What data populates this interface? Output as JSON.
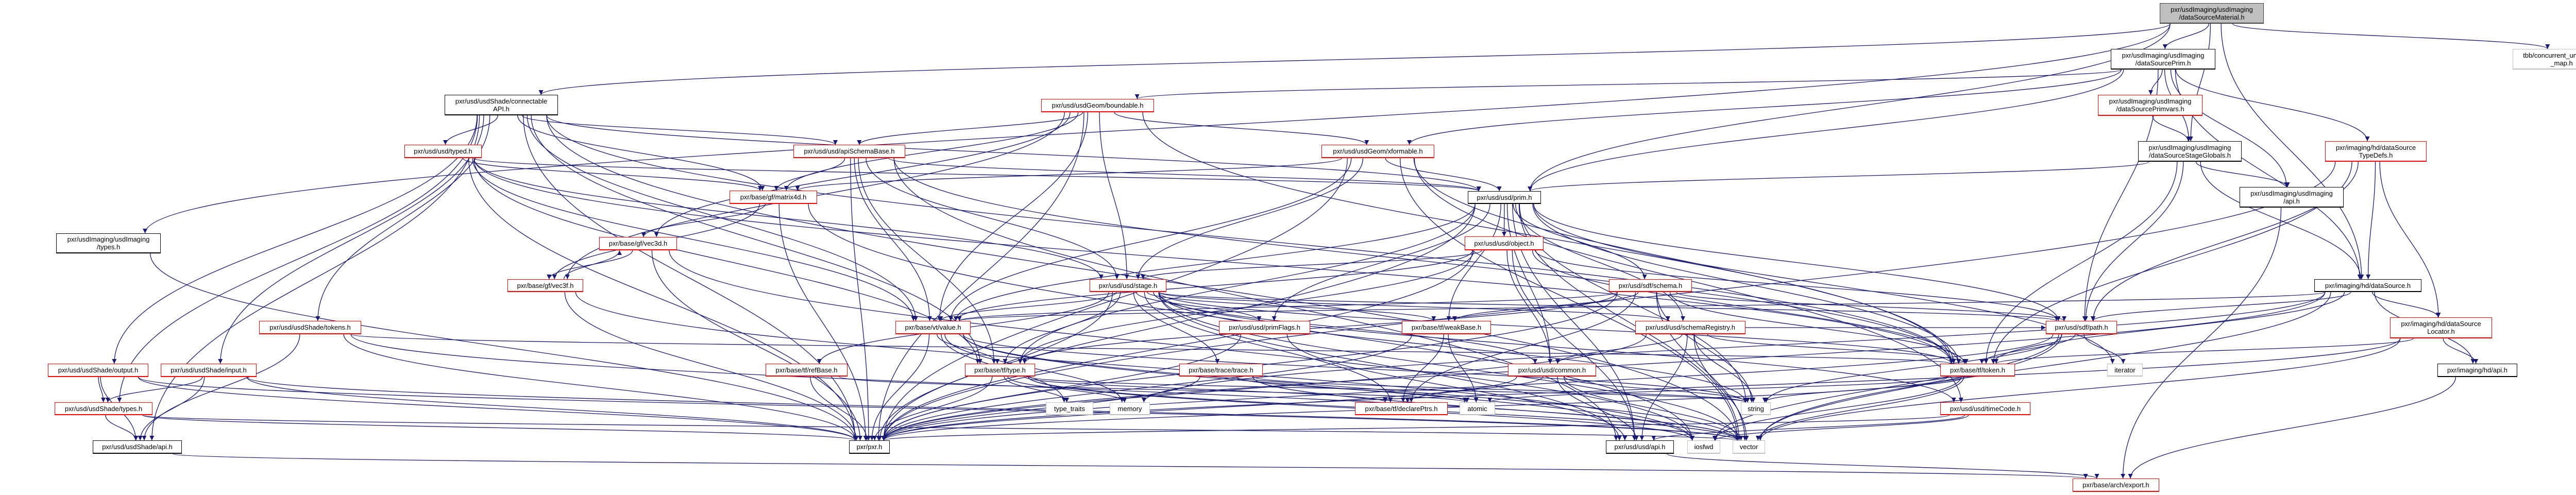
{
  "colors": {
    "edge": "#191970",
    "root_fill": "#bfbfbf",
    "root_border": "#404040",
    "documented_border": "#000000",
    "truncated_border": "#ff0000",
    "external_border": "#bfbfbf"
  },
  "graph": {
    "nodes": [
      {
        "id": "n0",
        "kind": "root",
        "lines": [
          "pxr/usdImaging/usdImaging",
          "/dataSourceMaterial.h"
        ]
      },
      {
        "id": "n1",
        "kind": "documented",
        "lines": [
          "pxr/usdImaging/usdImaging",
          "/dataSourcePrim.h"
        ]
      },
      {
        "id": "n2",
        "kind": "external",
        "lines": [
          "tbb/concurrent_unordered",
          "_map.h"
        ]
      },
      {
        "id": "n3",
        "kind": "documented",
        "lines": [
          "pxr/usd/usdShade/connectable",
          "API.h"
        ]
      },
      {
        "id": "n4",
        "kind": "truncated",
        "lines": [
          "pxr/usd/usdGeom/boundable.h"
        ]
      },
      {
        "id": "n5",
        "kind": "truncated",
        "lines": [
          "pxr/usdImaging/usdImaging",
          "/dataSourcePrimvars.h"
        ]
      },
      {
        "id": "n6",
        "kind": "truncated",
        "lines": [
          "pxr/usd/usd/typed.h"
        ]
      },
      {
        "id": "n7",
        "kind": "truncated",
        "lines": [
          "pxr/usd/usd/apiSchemaBase.h"
        ]
      },
      {
        "id": "n8",
        "kind": "truncated",
        "lines": [
          "pxr/usd/usdGeom/xformable.h"
        ]
      },
      {
        "id": "n9",
        "kind": "documented",
        "lines": [
          "pxr/usdImaging/usdImaging",
          "/dataSourceStageGlobals.h"
        ]
      },
      {
        "id": "n10",
        "kind": "truncated",
        "lines": [
          "pxr/imaging/hd/dataSource",
          "TypeDefs.h"
        ]
      },
      {
        "id": "n11",
        "kind": "documented",
        "lines": [
          "pxr/usd/usd/prim.h"
        ]
      },
      {
        "id": "n12",
        "kind": "truncated",
        "lines": [
          "pxr/base/gf/matrix4d.h"
        ]
      },
      {
        "id": "n13",
        "kind": "documented",
        "lines": [
          "pxr/usdImaging/usdImaging",
          "/api.h"
        ]
      },
      {
        "id": "n14",
        "kind": "documented",
        "lines": [
          "pxr/usdImaging/usdImaging",
          "/types.h"
        ]
      },
      {
        "id": "n15",
        "kind": "truncated",
        "lines": [
          "pxr/base/gf/vec3d.h"
        ]
      },
      {
        "id": "n16",
        "kind": "truncated",
        "lines": [
          "pxr/usd/usd/object.h"
        ]
      },
      {
        "id": "n17",
        "kind": "truncated",
        "lines": [
          "pxr/base/gf/vec3f.h"
        ]
      },
      {
        "id": "n18",
        "kind": "truncated",
        "lines": [
          "pxr/usd/usd/stage.h"
        ]
      },
      {
        "id": "n19",
        "kind": "truncated",
        "lines": [
          "pxr/usd/sdf/schema.h"
        ]
      },
      {
        "id": "n20",
        "kind": "documented",
        "lines": [
          "pxr/imaging/hd/dataSource.h"
        ]
      },
      {
        "id": "n21",
        "kind": "truncated",
        "lines": [
          "pxr/usd/usdShade/tokens.h"
        ]
      },
      {
        "id": "n22",
        "kind": "truncated",
        "lines": [
          "pxr/base/vt/value.h"
        ]
      },
      {
        "id": "n23",
        "kind": "truncated",
        "lines": [
          "pxr/usd/usd/primFlags.h"
        ]
      },
      {
        "id": "n24",
        "kind": "truncated",
        "lines": [
          "pxr/base/tf/weakBase.h"
        ]
      },
      {
        "id": "n25",
        "kind": "truncated",
        "lines": [
          "pxr/usd/usd/schemaRegistry.h"
        ]
      },
      {
        "id": "n26",
        "kind": "truncated",
        "lines": [
          "pxr/usd/sdf/path.h"
        ]
      },
      {
        "id": "n27",
        "kind": "truncated",
        "lines": [
          "pxr/imaging/hd/dataSource",
          "Locator.h"
        ]
      },
      {
        "id": "n28",
        "kind": "truncated",
        "lines": [
          "pxr/usd/usdShade/output.h"
        ]
      },
      {
        "id": "n29",
        "kind": "truncated",
        "lines": [
          "pxr/usd/usdShade/input.h"
        ]
      },
      {
        "id": "n30",
        "kind": "truncated",
        "lines": [
          "pxr/base/tf/refBase.h"
        ]
      },
      {
        "id": "n31",
        "kind": "truncated",
        "lines": [
          "pxr/base/tf/type.h"
        ]
      },
      {
        "id": "n32",
        "kind": "truncated",
        "lines": [
          "pxr/base/trace/trace.h"
        ]
      },
      {
        "id": "n33",
        "kind": "truncated",
        "lines": [
          "pxr/usd/usd/common.h"
        ]
      },
      {
        "id": "n34",
        "kind": "truncated",
        "lines": [
          "pxr/base/tf/token.h"
        ]
      },
      {
        "id": "n35",
        "kind": "external",
        "lines": [
          "iterator"
        ]
      },
      {
        "id": "n36",
        "kind": "documented",
        "lines": [
          "pxr/imaging/hd/api.h"
        ]
      },
      {
        "id": "n37",
        "kind": "truncated",
        "lines": [
          "pxr/usd/usdShade/types.h"
        ]
      },
      {
        "id": "n38",
        "kind": "external",
        "lines": [
          "type_traits"
        ]
      },
      {
        "id": "n39",
        "kind": "external",
        "lines": [
          "memory"
        ]
      },
      {
        "id": "n40",
        "kind": "truncated",
        "lines": [
          "pxr/base/tf/declarePtrs.h"
        ]
      },
      {
        "id": "n41",
        "kind": "external",
        "lines": [
          "atomic"
        ]
      },
      {
        "id": "n42",
        "kind": "external",
        "lines": [
          "string"
        ]
      },
      {
        "id": "n43",
        "kind": "truncated",
        "lines": [
          "pxr/usd/usd/timeCode.h"
        ]
      },
      {
        "id": "n44",
        "kind": "documented",
        "lines": [
          "pxr/usd/usdShade/api.h"
        ]
      },
      {
        "id": "n45",
        "kind": "documented",
        "lines": [
          "pxr/pxr.h"
        ]
      },
      {
        "id": "n46",
        "kind": "documented",
        "lines": [
          "pxr/usd/usd/api.h"
        ]
      },
      {
        "id": "n47",
        "kind": "external",
        "lines": [
          "iosfwd"
        ]
      },
      {
        "id": "n48",
        "kind": "external",
        "lines": [
          "vector"
        ]
      },
      {
        "id": "n49",
        "kind": "truncated",
        "lines": [
          "pxr/base/arch/export.h"
        ]
      }
    ],
    "edges": [
      [
        "n0",
        "n1"
      ],
      [
        "n0",
        "n2"
      ],
      [
        "n0",
        "n3"
      ],
      [
        "n0",
        "n14"
      ],
      [
        "n0",
        "n11"
      ],
      [
        "n0",
        "n9"
      ],
      [
        "n0",
        "n20"
      ],
      [
        "n1",
        "n4"
      ],
      [
        "n1",
        "n8"
      ],
      [
        "n1",
        "n11"
      ],
      [
        "n1",
        "n5"
      ],
      [
        "n1",
        "n9"
      ],
      [
        "n1",
        "n13"
      ],
      [
        "n1",
        "n10"
      ],
      [
        "n1",
        "n20"
      ],
      [
        "n1",
        "n26"
      ],
      [
        "n5",
        "n9"
      ],
      [
        "n9",
        "n13"
      ],
      [
        "n9",
        "n11"
      ],
      [
        "n9",
        "n20"
      ],
      [
        "n9",
        "n34"
      ],
      [
        "n9",
        "n26"
      ],
      [
        "n10",
        "n20"
      ],
      [
        "n10",
        "n27"
      ],
      [
        "n10",
        "n26"
      ],
      [
        "n10",
        "n34"
      ],
      [
        "n10",
        "n45"
      ],
      [
        "n20",
        "n27"
      ],
      [
        "n20",
        "n36"
      ],
      [
        "n20",
        "n45"
      ],
      [
        "n20",
        "n48"
      ],
      [
        "n20",
        "n39"
      ],
      [
        "n20",
        "n22"
      ],
      [
        "n20",
        "n34"
      ],
      [
        "n20",
        "n26"
      ],
      [
        "n27",
        "n36"
      ],
      [
        "n27",
        "n34"
      ],
      [
        "n27",
        "n48"
      ],
      [
        "n27",
        "n45"
      ],
      [
        "n36",
        "n49"
      ],
      [
        "n13",
        "n49"
      ],
      [
        "n3",
        "n6"
      ],
      [
        "n3",
        "n7"
      ],
      [
        "n3",
        "n12"
      ],
      [
        "n3",
        "n21"
      ],
      [
        "n3",
        "n28"
      ],
      [
        "n3",
        "n29"
      ],
      [
        "n3",
        "n37"
      ],
      [
        "n3",
        "n44"
      ],
      [
        "n3",
        "n11"
      ],
      [
        "n3",
        "n22"
      ],
      [
        "n3",
        "n31"
      ],
      [
        "n3",
        "n34"
      ],
      [
        "n3",
        "n45"
      ],
      [
        "n3",
        "n48"
      ],
      [
        "n4",
        "n8"
      ],
      [
        "n4",
        "n7"
      ],
      [
        "n4",
        "n18"
      ],
      [
        "n4",
        "n17"
      ],
      [
        "n4",
        "n15"
      ],
      [
        "n4",
        "n12"
      ],
      [
        "n4",
        "n34"
      ],
      [
        "n4",
        "n45"
      ],
      [
        "n4",
        "n22"
      ],
      [
        "n6",
        "n11"
      ],
      [
        "n6",
        "n18"
      ],
      [
        "n6",
        "n12"
      ],
      [
        "n6",
        "n22"
      ],
      [
        "n6",
        "n31"
      ],
      [
        "n6",
        "n34"
      ],
      [
        "n6",
        "n45"
      ],
      [
        "n7",
        "n11"
      ],
      [
        "n7",
        "n12"
      ],
      [
        "n7",
        "n18"
      ],
      [
        "n7",
        "n22"
      ],
      [
        "n7",
        "n31"
      ],
      [
        "n7",
        "n34"
      ],
      [
        "n7",
        "n45"
      ],
      [
        "n7",
        "n46"
      ],
      [
        "n8",
        "n11"
      ],
      [
        "n8",
        "n18"
      ],
      [
        "n8",
        "n12"
      ],
      [
        "n8",
        "n22"
      ],
      [
        "n8",
        "n43"
      ],
      [
        "n8",
        "n34"
      ],
      [
        "n8",
        "n45"
      ],
      [
        "n8",
        "n48"
      ],
      [
        "n11",
        "n16"
      ],
      [
        "n11",
        "n19"
      ],
      [
        "n11",
        "n25"
      ],
      [
        "n11",
        "n26"
      ],
      [
        "n11",
        "n23"
      ],
      [
        "n11",
        "n24"
      ],
      [
        "n11",
        "n33"
      ],
      [
        "n11",
        "n22"
      ],
      [
        "n11",
        "n31"
      ],
      [
        "n11",
        "n34"
      ],
      [
        "n11",
        "n35"
      ],
      [
        "n11",
        "n42"
      ],
      [
        "n11",
        "n46"
      ],
      [
        "n11",
        "n45"
      ],
      [
        "n11",
        "n48"
      ],
      [
        "n16",
        "n18"
      ],
      [
        "n16",
        "n33"
      ],
      [
        "n16",
        "n26"
      ],
      [
        "n16",
        "n34"
      ],
      [
        "n16",
        "n22"
      ],
      [
        "n16",
        "n46"
      ],
      [
        "n16",
        "n45"
      ],
      [
        "n16",
        "n31"
      ],
      [
        "n18",
        "n22"
      ],
      [
        "n18",
        "n31"
      ],
      [
        "n18",
        "n23"
      ],
      [
        "n18",
        "n33"
      ],
      [
        "n18",
        "n24"
      ],
      [
        "n18",
        "n26"
      ],
      [
        "n18",
        "n34"
      ],
      [
        "n18",
        "n43"
      ],
      [
        "n18",
        "n30"
      ],
      [
        "n18",
        "n32"
      ],
      [
        "n18",
        "n25"
      ],
      [
        "n18",
        "n40"
      ],
      [
        "n18",
        "n46"
      ],
      [
        "n18",
        "n45"
      ],
      [
        "n18",
        "n48"
      ],
      [
        "n18",
        "n42"
      ],
      [
        "n19",
        "n24"
      ],
      [
        "n19",
        "n26"
      ],
      [
        "n19",
        "n34"
      ],
      [
        "n19",
        "n22"
      ],
      [
        "n19",
        "n31"
      ],
      [
        "n19",
        "n40"
      ],
      [
        "n19",
        "n42"
      ],
      [
        "n19",
        "n48"
      ],
      [
        "n19",
        "n45"
      ],
      [
        "n22",
        "n31"
      ],
      [
        "n22",
        "n38"
      ],
      [
        "n22",
        "n39"
      ],
      [
        "n22",
        "n42"
      ],
      [
        "n22",
        "n47"
      ],
      [
        "n22",
        "n48"
      ],
      [
        "n22",
        "n45"
      ],
      [
        "n23",
        "n46"
      ],
      [
        "n23",
        "n45"
      ],
      [
        "n24",
        "n40"
      ],
      [
        "n24",
        "n41"
      ],
      [
        "n24",
        "n45"
      ],
      [
        "n25",
        "n33"
      ],
      [
        "n25",
        "n26"
      ],
      [
        "n25",
        "n34"
      ],
      [
        "n25",
        "n46"
      ],
      [
        "n25",
        "n42"
      ],
      [
        "n25",
        "n48"
      ],
      [
        "n25",
        "n45"
      ],
      [
        "n26",
        "n34"
      ],
      [
        "n26",
        "n35"
      ],
      [
        "n26",
        "n42"
      ],
      [
        "n26",
        "n47"
      ],
      [
        "n26",
        "n48"
      ],
      [
        "n26",
        "n45"
      ],
      [
        "n33",
        "n40"
      ],
      [
        "n33",
        "n42"
      ],
      [
        "n33",
        "n46"
      ],
      [
        "n33",
        "n48"
      ],
      [
        "n33",
        "n45"
      ],
      [
        "n34",
        "n42"
      ],
      [
        "n34",
        "n41"
      ],
      [
        "n34",
        "n47"
      ],
      [
        "n34",
        "n48"
      ],
      [
        "n34",
        "n45"
      ],
      [
        "n21",
        "n44"
      ],
      [
        "n21",
        "n34"
      ],
      [
        "n21",
        "n48"
      ],
      [
        "n21",
        "n45"
      ],
      [
        "n28",
        "n37"
      ],
      [
        "n28",
        "n44"
      ],
      [
        "n28",
        "n48"
      ],
      [
        "n28",
        "n45"
      ],
      [
        "n29",
        "n37"
      ],
      [
        "n29",
        "n44"
      ],
      [
        "n29",
        "n48"
      ],
      [
        "n29",
        "n45"
      ],
      [
        "n37",
        "n44"
      ],
      [
        "n37",
        "n48"
      ],
      [
        "n37",
        "n45"
      ],
      [
        "n44",
        "n49"
      ],
      [
        "n46",
        "n49"
      ],
      [
        "n30",
        "n41"
      ],
      [
        "n30",
        "n45"
      ],
      [
        "n31",
        "n38"
      ],
      [
        "n31",
        "n39"
      ],
      [
        "n31",
        "n40"
      ],
      [
        "n31",
        "n42"
      ],
      [
        "n31",
        "n47"
      ],
      [
        "n31",
        "n48"
      ],
      [
        "n31",
        "n45"
      ],
      [
        "n32",
        "n41"
      ],
      [
        "n32",
        "n42"
      ],
      [
        "n32",
        "n48"
      ],
      [
        "n32",
        "n45"
      ],
      [
        "n43",
        "n46"
      ],
      [
        "n43",
        "n47"
      ],
      [
        "n43",
        "n45"
      ],
      [
        "n12",
        "n15"
      ],
      [
        "n12",
        "n17"
      ],
      [
        "n12",
        "n47"
      ],
      [
        "n12",
        "n45"
      ],
      [
        "n15",
        "n17"
      ],
      [
        "n15",
        "n47"
      ],
      [
        "n15",
        "n45"
      ],
      [
        "n17",
        "n15"
      ],
      [
        "n17",
        "n47"
      ],
      [
        "n17",
        "n45"
      ],
      [
        "n14",
        "n45"
      ]
    ]
  }
}
